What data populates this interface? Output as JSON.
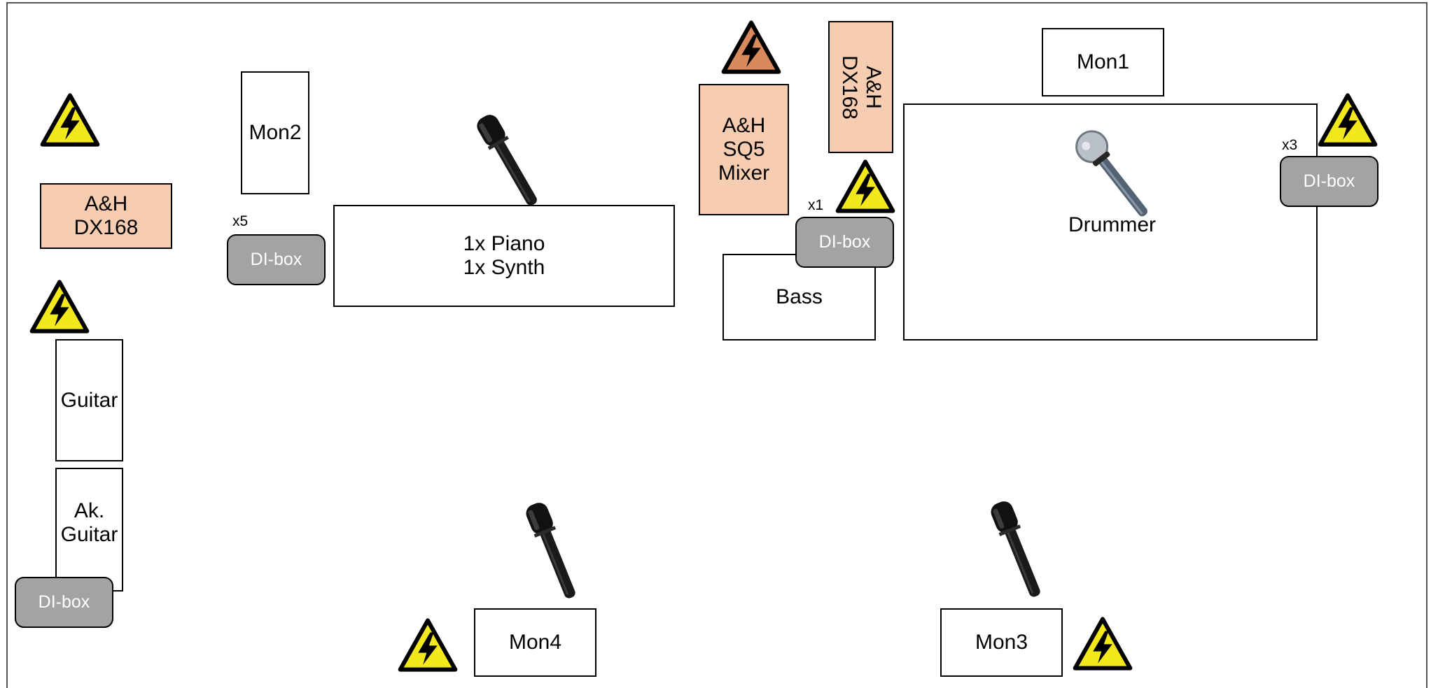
{
  "equipment": {
    "mixer_left": "A&H\nDX168",
    "mixer_right": "A&H\nDX168",
    "sq5": "A&H\nSQ5\nMixer",
    "keys": "1x Piano\n1x Synth",
    "guitar": "Guitar",
    "ak_guitar": "Ak.\nGuitar",
    "bass": "Bass",
    "drummer": "Drummer"
  },
  "monitors": {
    "mon1": "Mon1",
    "mon2": "Mon2",
    "mon3": "Mon3",
    "mon4": "Mon4"
  },
  "di_boxes": {
    "label": "DI-box",
    "count_keys": "x5",
    "count_bass": "x1",
    "count_drums": "x3"
  },
  "icons": {
    "hazard": "electrical-hazard-icon",
    "mic_dark": "dynamic-microphone-icon",
    "mic_silver": "drum-microphone-icon"
  },
  "colors": {
    "stagebox_fill": "#f7cdb2",
    "di_fill": "#a3a3a3",
    "hazard_yellow": "#f2e81c",
    "hazard_orange": "#d98a5d"
  }
}
